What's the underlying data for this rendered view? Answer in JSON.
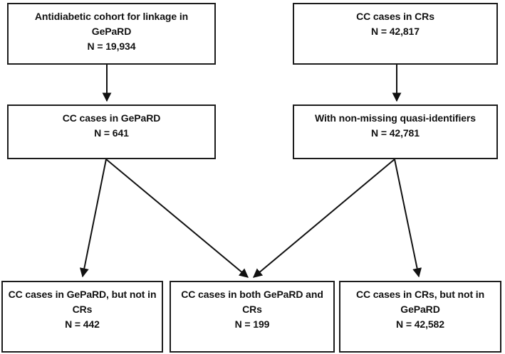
{
  "diagram": {
    "type": "flowchart",
    "colors": {
      "background": "#ffffff",
      "box_border": "#1c1c1c",
      "text": "#111111",
      "arrow": "#111111"
    },
    "nodes": [
      {
        "id": "antidiabetic-cohort-gepard",
        "lines": [
          "Antidiabetic cohort for linkage in",
          "GePaRD",
          "N = 19,934"
        ]
      },
      {
        "id": "cc-cases-in-crs",
        "lines": [
          "CC cases in CRs",
          "N = 42,817"
        ]
      },
      {
        "id": "cc-cases-in-gepard",
        "lines": [
          "CC cases in GePaRD",
          "N = 641"
        ]
      },
      {
        "id": "with-non-missing-quasi-identifiers",
        "lines": [
          "With non-missing quasi-identifiers",
          "N = 42,781"
        ]
      },
      {
        "id": "cc-gepard-not-in-crs",
        "lines": [
          "CC cases in GePaRD, but not in",
          "CRs",
          "N = 442"
        ]
      },
      {
        "id": "cc-both-gepard-and-crs",
        "lines": [
          "CC cases in both GePaRD and",
          "CRs",
          "N = 199"
        ]
      },
      {
        "id": "cc-crs-not-in-gepard",
        "lines": [
          "CC cases in CRs, but not in",
          "GePaRD",
          "N = 42,582"
        ]
      }
    ],
    "edges": [
      {
        "from": "antidiabetic-cohort-gepard",
        "to": "cc-cases-in-gepard"
      },
      {
        "from": "cc-cases-in-crs",
        "to": "with-non-missing-quasi-identifiers"
      },
      {
        "from": "cc-cases-in-gepard",
        "to": "cc-gepard-not-in-crs"
      },
      {
        "from": "cc-cases-in-gepard",
        "to": "cc-both-gepard-and-crs"
      },
      {
        "from": "with-non-missing-quasi-identifiers",
        "to": "cc-both-gepard-and-crs"
      },
      {
        "from": "with-non-missing-quasi-identifiers",
        "to": "cc-crs-not-in-gepard"
      }
    ]
  }
}
